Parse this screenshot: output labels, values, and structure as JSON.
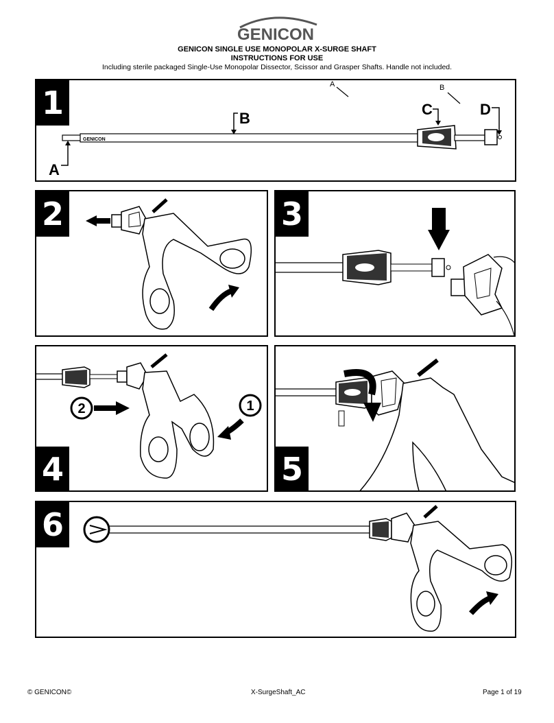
{
  "header": {
    "logo_text": "GENICON",
    "title_line1": "GENICON SINGLE USE MONOPOLAR X-SURGE SHAFT",
    "title_line2": "INSTRUCTIONS FOR USE",
    "subtitle": "Including sterile packaged Single-Use Monopolar Dissector, Scissor and Grasper Shafts. Handle not included."
  },
  "panel1": {
    "step": "1",
    "label_a_top": "A",
    "label_b_top": "B",
    "label_a": "A",
    "label_b": "B",
    "label_c": "C",
    "label_d": "D",
    "shaft_brand": "GENICON"
  },
  "panel2": {
    "step": "2"
  },
  "panel3": {
    "step": "3"
  },
  "panel4": {
    "step": "4",
    "circle_1": "1",
    "circle_2": "2"
  },
  "panel5": {
    "step": "5"
  },
  "panel6": {
    "step": "6"
  },
  "footer": {
    "copyright": "© GENICON©",
    "doc_code": "X-SurgeShaft_AC",
    "page": "Page 1 of 19"
  }
}
